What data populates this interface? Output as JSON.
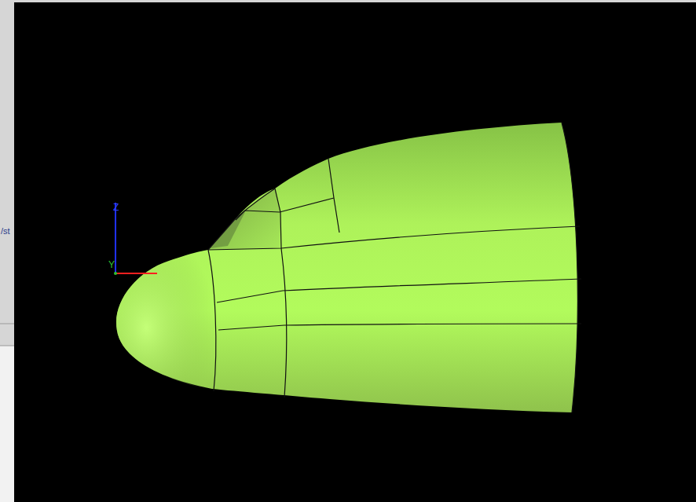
{
  "diagram": {
    "labels": [
      "Z",
      "/st",
      "Y"
    ]
  }
}
